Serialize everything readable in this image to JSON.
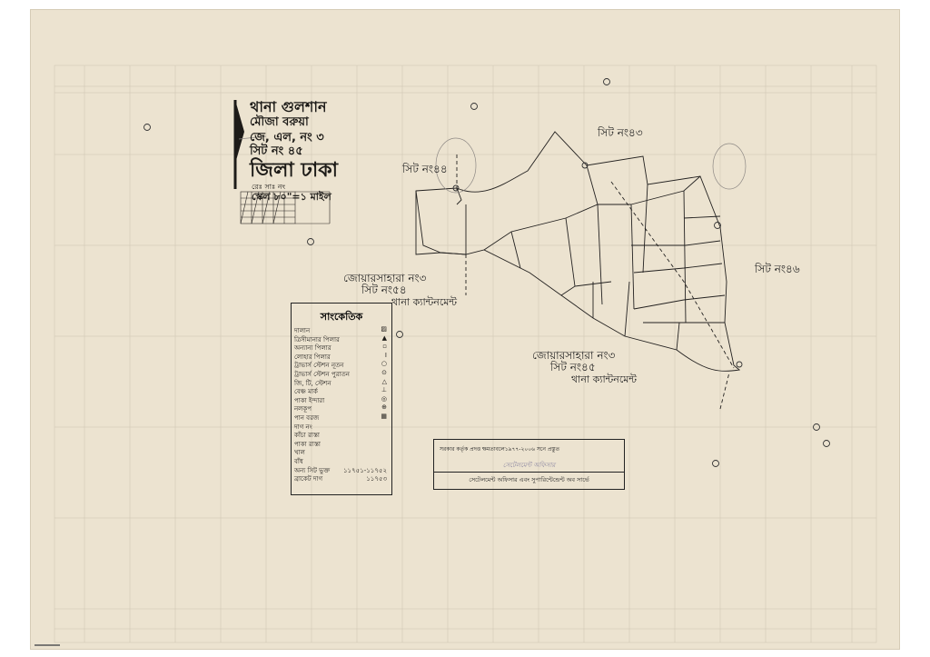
{
  "title_block": {
    "thana": "থানা গুলশান",
    "mouza": "মৌজা বরুয়া",
    "jl_no": "জে, এল, নং ৩",
    "sheet_no": "সিট নং ৪৫",
    "district": "জিলা ঢাকা",
    "survey_no": "রেঃ সাঃ নং",
    "scale": "স্কেল ৮০\"=১ মাইল"
  },
  "map_labels": {
    "sheet_44": "সিট নং৪৪",
    "sheet_43": "সিট নং৪৩",
    "sheet_46": "সিট নং৪৬",
    "joar_1": "জোয়ারসাহারা নং৩",
    "joar_1_sheet": "সিট নং৫৪",
    "joar_1_thana": "থানা ক্যান্টনমেন্ট",
    "joar_2": "জোয়ারসাহারা নং৩",
    "joar_2_sheet": "সিট নং৪৫",
    "joar_2_thana": "থানা ক্যান্টনমেন্ট"
  },
  "legend": {
    "title": "সাংকেতিক",
    "items": [
      {
        "label": "দালান",
        "symbol": "▨"
      },
      {
        "label": "ত্রিসীমানার পিলার",
        "symbol": "▲"
      },
      {
        "label": "অন্যান্য পিলার",
        "symbol": "▫"
      },
      {
        "label": "লোহার পিলার",
        "symbol": "I"
      },
      {
        "label": "ট্রাভার্স স্টেশন নূতন",
        "symbol": "○"
      },
      {
        "label": "ট্রাভার্স স্টেশন পুরাতন",
        "symbol": "⊙"
      },
      {
        "label": "জি, টি, স্টেশন",
        "symbol": "△"
      },
      {
        "label": "বেঞ্চ মার্ক",
        "symbol": "⊥"
      },
      {
        "label": "পাকা ইন্দারা",
        "symbol": "◎"
      },
      {
        "label": "নলকূপ",
        "symbol": "⊕"
      },
      {
        "label": "পান বরজ",
        "symbol": "▦"
      },
      {
        "label": "দাগ নং",
        "symbol": ""
      },
      {
        "label": "কাঁচা রাস্তা",
        "symbol": ""
      },
      {
        "label": "পাকা রাস্তা",
        "symbol": ""
      },
      {
        "label": "খাল",
        "symbol": ""
      },
      {
        "label": "বাঁধ",
        "symbol": ""
      },
      {
        "label": "অন্য সিট ভুক্ত",
        "symbol": "১১৭৫১-১১৭৫২"
      },
      {
        "label": "ব্রাকেট দাগ",
        "symbol": "১১৭৫৩"
      }
    ]
  },
  "certificate": {
    "line1": "সরকার কর্তৃক প্রদত্ত ক্ষমতাবলে১৯৭৭-২০০৬ সনে প্রস্তুত",
    "line2": "সেটেলমেন্ট অফিসার",
    "line3": "সেটেলমেন্ট অফিসার এবং সুপারিন্টেন্ডেন্ট অব সার্ভে"
  },
  "colors": {
    "paper": "#ece3d0",
    "ink": "#1d1b18",
    "grid": "#c9bfae",
    "pencil": "#8f8a86"
  }
}
